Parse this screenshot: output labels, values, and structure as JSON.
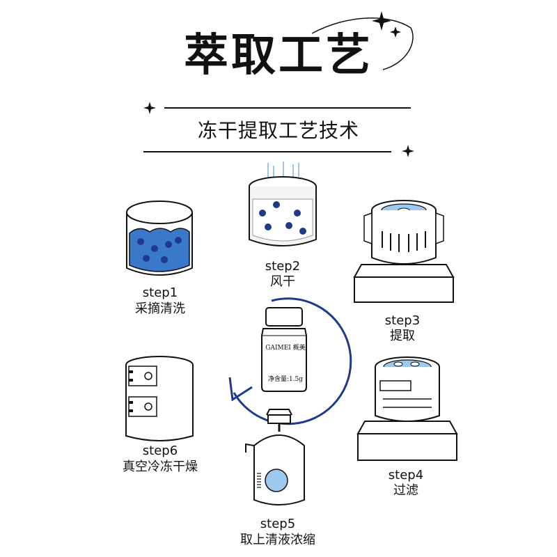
{
  "header": {
    "title": "萃取工艺",
    "subtitle": "冻干提取工艺技术"
  },
  "steps": [
    {
      "label": "step1",
      "name": "采摘清洗"
    },
    {
      "label": "step2",
      "name": "风干"
    },
    {
      "label": "step3",
      "name": "提取"
    },
    {
      "label": "step4",
      "name": "过滤"
    },
    {
      "label": "step5",
      "name": "取上清液浓缩"
    },
    {
      "label": "step6",
      "name": "真空冷冻干燥"
    }
  ],
  "product": {
    "brand": "GAIMEI 概美",
    "net_content": "净含量:1.5g"
  },
  "colors": {
    "accent_blue": "#3a78c9",
    "light_blue": "#9ec9ee",
    "ink": "#111111",
    "cycle_arrow": "#1f3a8a"
  }
}
